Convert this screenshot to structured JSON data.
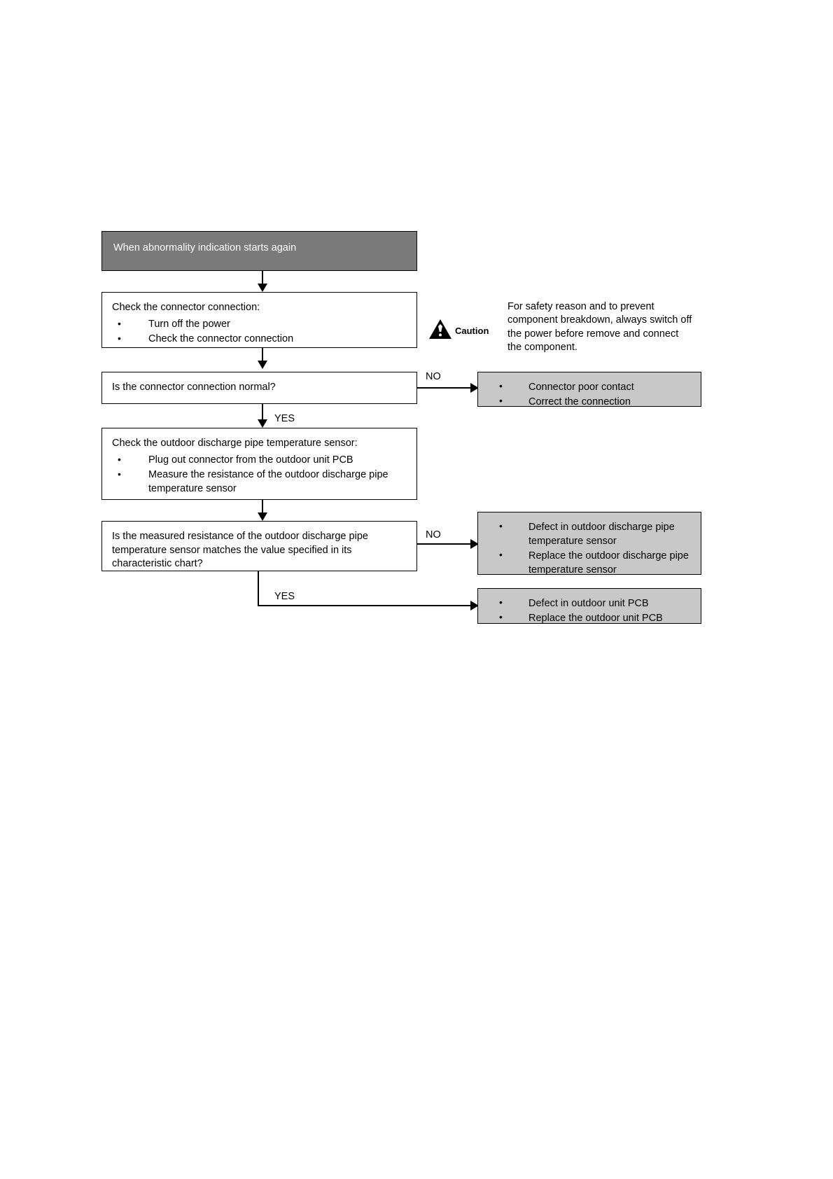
{
  "diagram": {
    "title": "Outdoor discharge pipe temperature sensor abnormality troubleshooting flowchart",
    "colors": {
      "start_fill": "#7a7a7a",
      "start_text": "#ffffff",
      "process_fill": "#ffffff",
      "result_fill": "#c8c8c8",
      "border": "#000000"
    },
    "start": {
      "label": "When abnormality indication starts again"
    },
    "steps": [
      {
        "id": "check-connector",
        "title": "Check the connector connection:",
        "bullets": [
          "Turn off the power",
          "Check the connector connection"
        ]
      },
      {
        "id": "connector-normal",
        "title": "Is the connector connection normal?",
        "bullets": []
      },
      {
        "id": "check-sensor",
        "title": "Check the outdoor discharge pipe temperature sensor:",
        "bullets": [
          "Plug out connector from the outdoor unit PCB",
          "Measure the resistance of the outdoor discharge pipe temperature sensor"
        ]
      },
      {
        "id": "resistance-matches",
        "title": "Is the measured resistance of the outdoor discharge pipe temperature sensor matches the value specified in its characteristic chart?",
        "bullets": []
      }
    ],
    "results": [
      {
        "id": "connector-poor-contact",
        "bullets": [
          "Connector poor contact",
          "Correct the connection"
        ]
      },
      {
        "id": "defect-sensor",
        "bullets": [
          "Defect in outdoor discharge pipe temperature sensor",
          "Replace the outdoor discharge pipe temperature sensor"
        ]
      },
      {
        "id": "defect-pcb",
        "bullets": [
          "Defect in outdoor unit PCB",
          "Replace the outdoor unit PCB"
        ]
      }
    ],
    "edge_labels": {
      "no_1": "NO",
      "yes_1": "YES",
      "no_2": "NO",
      "yes_2": "YES"
    },
    "caution": {
      "word": "Caution",
      "icon": "warning-triangle-icon",
      "text": "For safety reason and to prevent component breakdown, always switch off the power before remove and connect the component."
    }
  }
}
